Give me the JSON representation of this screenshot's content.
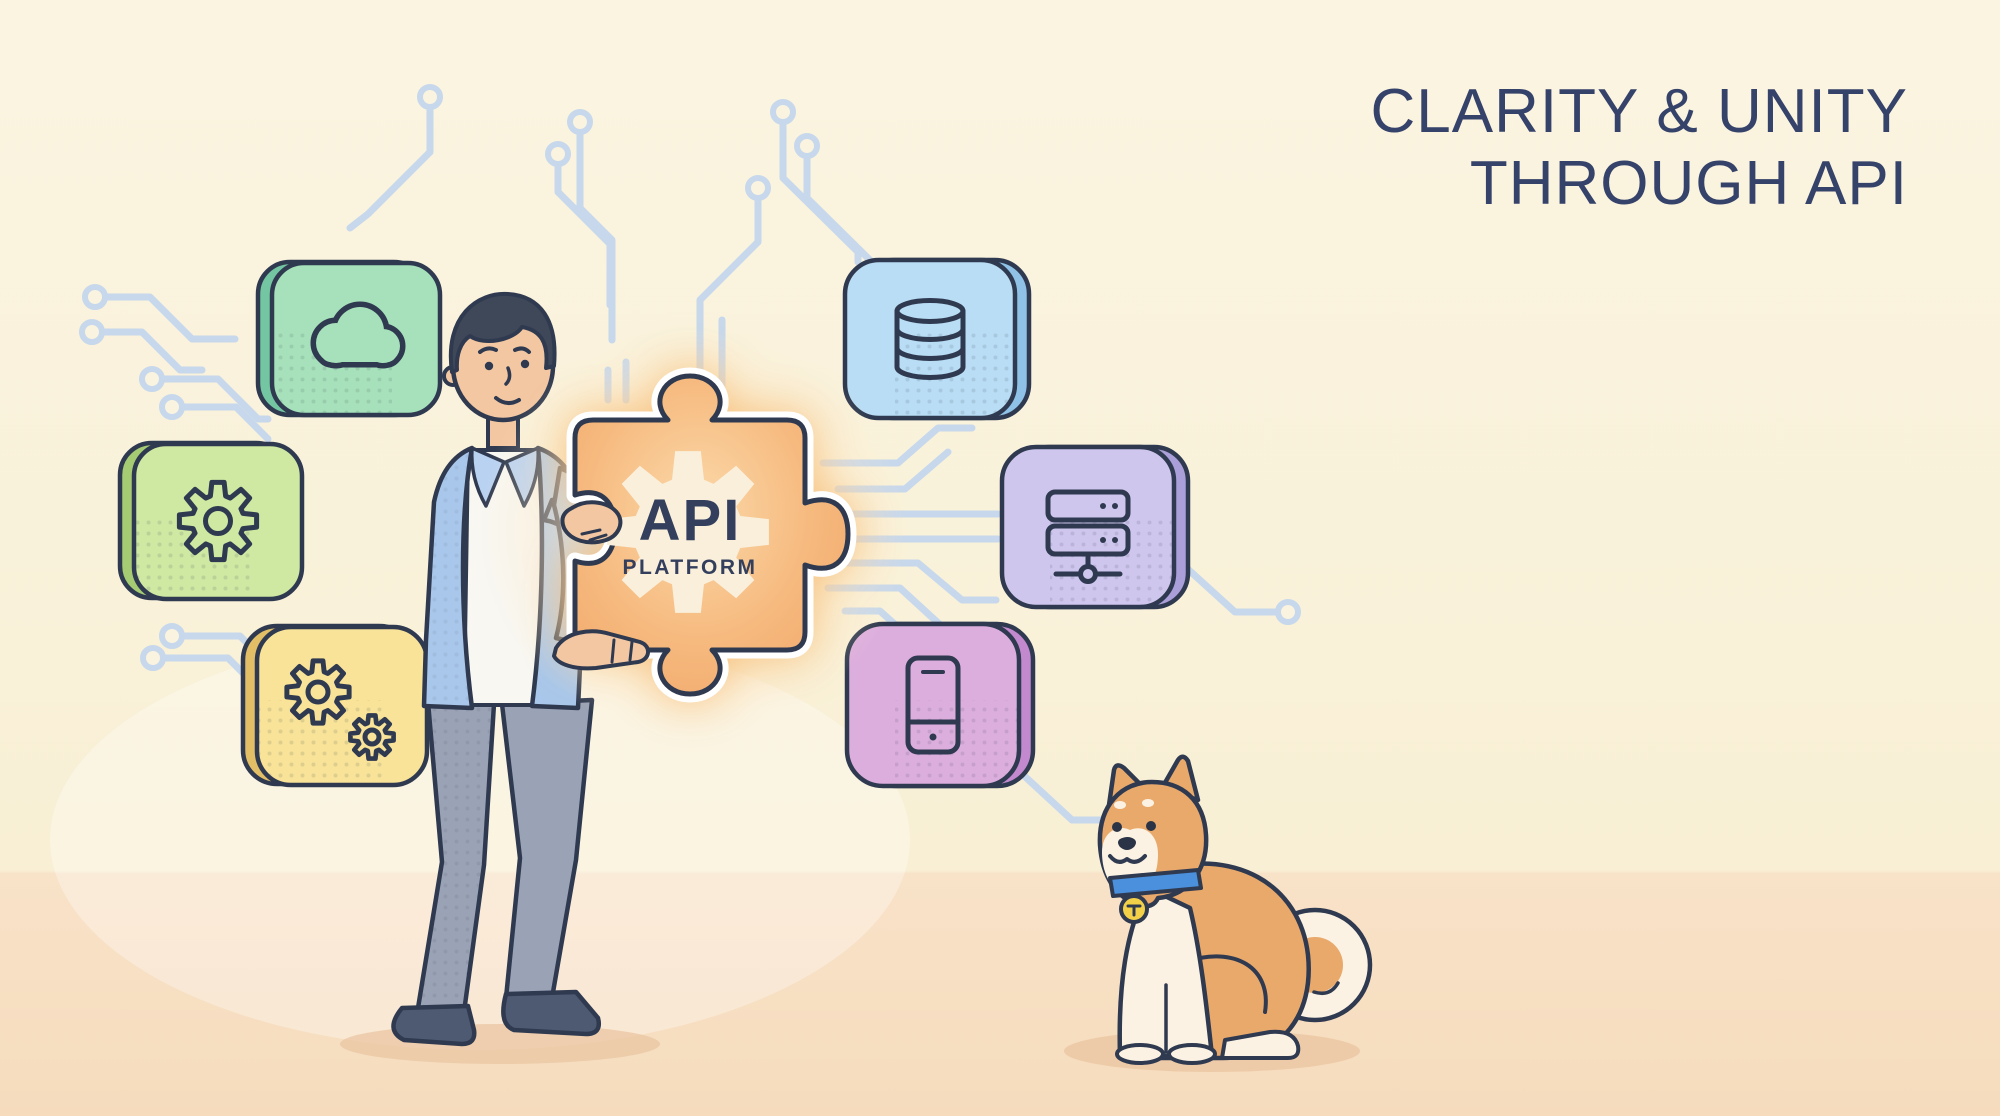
{
  "title": {
    "line1": "CLARITY & UNITY",
    "line2": "THROUGH API"
  },
  "puzzle": {
    "label": "API",
    "sublabel": "PLATFORM"
  },
  "tiles": [
    {
      "name": "cloud",
      "icon": "cloud-icon",
      "color": "#a7e1bb",
      "edge_color": "#74c6a2"
    },
    {
      "name": "settings",
      "icon": "gear-icon",
      "color": "#cfe8a2",
      "edge_color": "#a5cc73"
    },
    {
      "name": "automation",
      "icon": "gears-icon",
      "color": "#f8e398",
      "edge_color": "#e2bf66"
    },
    {
      "name": "database",
      "icon": "database-icon",
      "color": "#b9ddf5",
      "edge_color": "#8fc2e6"
    },
    {
      "name": "server",
      "icon": "server-icon",
      "color": "#cfc6ee",
      "edge_color": "#ab9fd9"
    },
    {
      "name": "mobile",
      "icon": "smartphone-icon",
      "color": "#dcaede",
      "edge_color": "#c289ce"
    }
  ],
  "colors": {
    "background": "#f9f1d8",
    "floor": "#f8e2c8",
    "title_text": "#35426a",
    "puzzle_orange": "#f5b87d",
    "outline": "#2f3a50",
    "trace_blue": "#c7d8ec",
    "blazer_blue": "#a9c7ea",
    "dog_orange": "#e9a96b",
    "collar_blue": "#4a90dc"
  },
  "scene": {
    "figures": [
      "man holding API puzzle piece",
      "shiba inu dog with blue collar and bell"
    ]
  }
}
